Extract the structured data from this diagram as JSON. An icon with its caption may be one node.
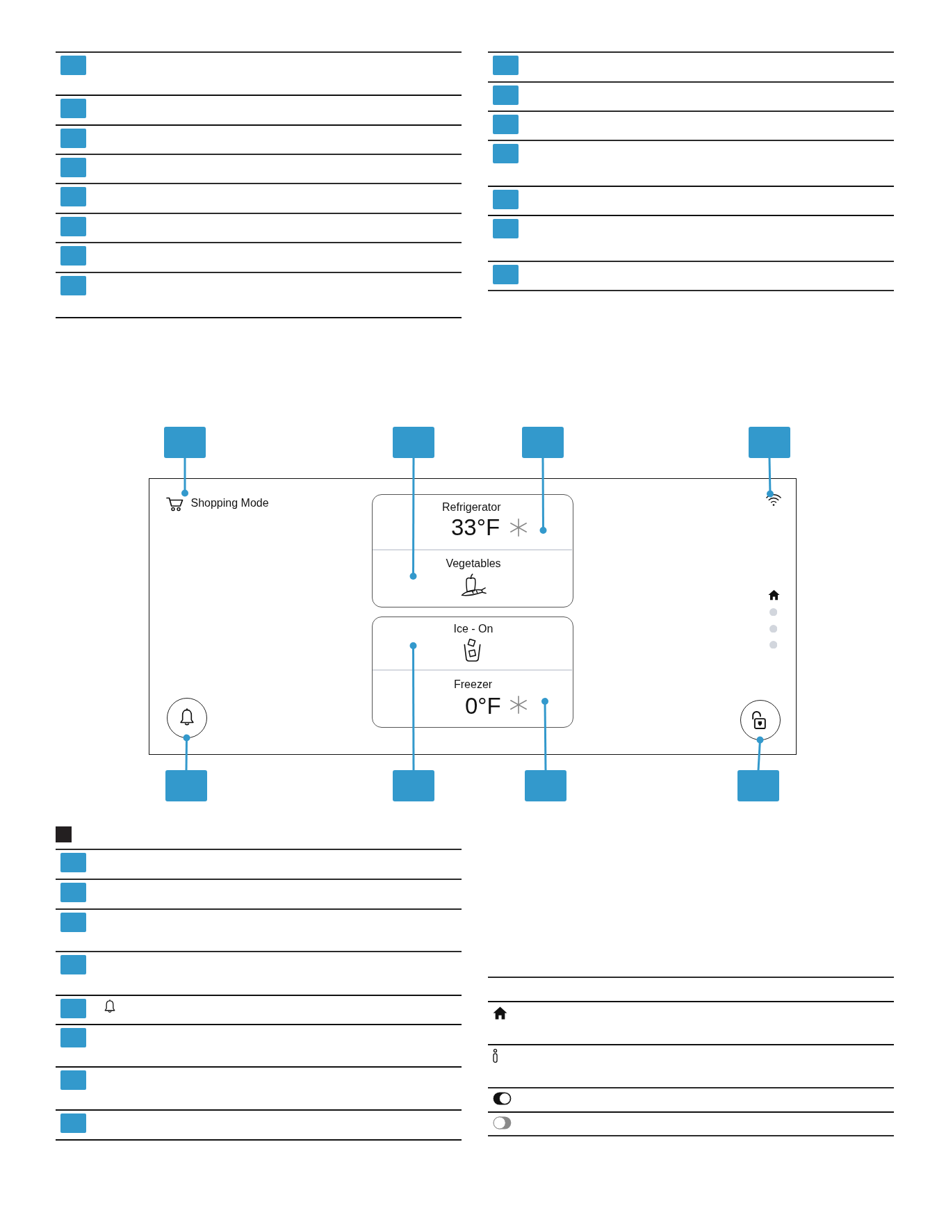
{
  "diagram": {
    "nodes": [
      {
        "text": [],
        "shape": "box"
      },
      {
        "text": [],
        "shape": "box"
      },
      {
        "text": [],
        "shape": "box"
      },
      {
        "text": [],
        "shape": "box"
      },
      {
        "text": [],
        "shape": "box"
      },
      {
        "text": [
          "Shopping Mode"
        ],
        "in": 4
      },
      {
        "text": [],
        "shape": "box",
        "in": 4
      },
      {
        "text": [
          "Refrigerator",
          "33°F"
        ],
        "in": 6
      },
      {
        "text": [
          "Vegetables"
        ],
        "in": 6
      },
      {
        "text": [],
        "shape": "picture",
        "in": 4
      },
      {
        "text": [],
        "shape": "box",
        "in": 4
      },
      {
        "text": [
          "Ice - On"
        ],
        "in": 10
      },
      {
        "text": [
          "Freezer",
          "0°F"
        ],
        "in": 10
      },
      {
        "text": [],
        "shape": "circle",
        "in": 4
      },
      {
        "text": [],
        "shape": "circle",
        "in": 4
      },
      {
        "text": [],
        "shape": "box"
      },
      {
        "text": [],
        "shape": "box"
      },
      {
        "text": [],
        "shape": "box"
      },
      {
        "text": [],
        "shape": "box"
      }
    ],
    "edges": [
      {
        "from": 0,
        "to": 5,
        "arrow": "other"
      },
      {
        "from": 1,
        "to": 8,
        "arrow": "other"
      },
      {
        "from": 2,
        "to": 7,
        "arrow": "other"
      },
      {
        "from": 3,
        "to": 9,
        "arrow": "other"
      },
      {
        "from": 15,
        "to": 13,
        "arrow": "other"
      },
      {
        "from": 16,
        "to": 11,
        "arrow": "other"
      },
      {
        "from": 17,
        "to": 12,
        "arrow": "other"
      },
      {
        "from": 18,
        "to": 14,
        "arrow": "other"
      }
    ]
  }
}
